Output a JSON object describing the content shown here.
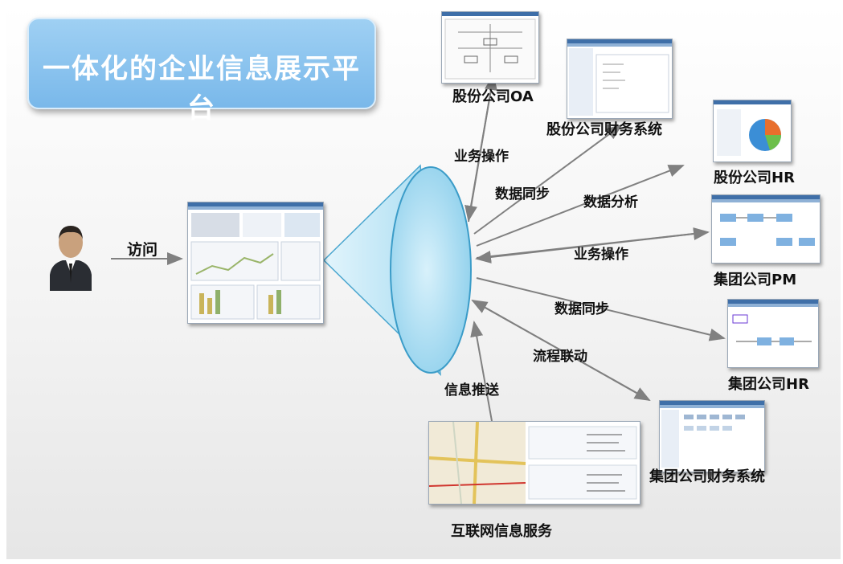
{
  "title": "一体化的企业信息展示平台",
  "access_label": "访问",
  "nodes": {
    "oa": "股份公司OA",
    "finance": "股份公司财务系统",
    "hr": "股份公司HR",
    "group_pm": "集团公司PM",
    "group_hr": "集团公司HR",
    "group_finance": "集团公司财务系统",
    "internet": "互联网信息服务"
  },
  "edges": {
    "to_oa": "业务操作",
    "to_finance": "数据同步",
    "to_hr": "数据分析",
    "to_pm": "业务操作",
    "to_group_hr": "数据同步",
    "to_group_finance": "流程联动",
    "from_internet": "信息推送"
  },
  "colors": {
    "title_bg": "#79b8ea",
    "cone": "#bfe6f6",
    "arrow": "#808080"
  }
}
